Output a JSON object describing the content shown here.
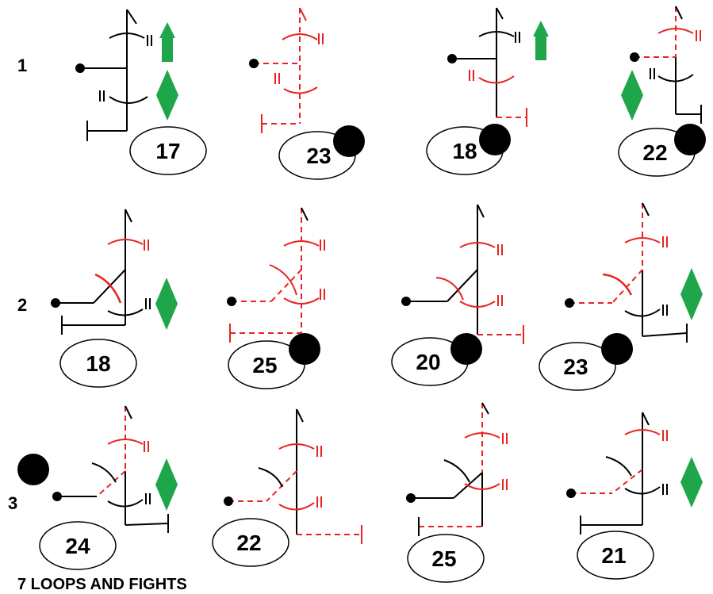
{
  "rows": [
    {
      "label": "1",
      "panels": [
        "17",
        "23",
        "18",
        "22"
      ]
    },
    {
      "label": "2",
      "panels": [
        "18",
        "25",
        "20",
        "23"
      ]
    },
    {
      "label": "3",
      "panels": [
        "24",
        "22",
        "25",
        "21"
      ]
    }
  ],
  "caption": "7    LOOPS AND FIGHTS",
  "colors": {
    "line": "#000000",
    "red": "#e8231f",
    "green": "#1fa64a"
  },
  "legend_icons": [
    "green-arrow-icon",
    "green-diamond-icon",
    "black-dot-icon",
    "double-tick-icon"
  ]
}
